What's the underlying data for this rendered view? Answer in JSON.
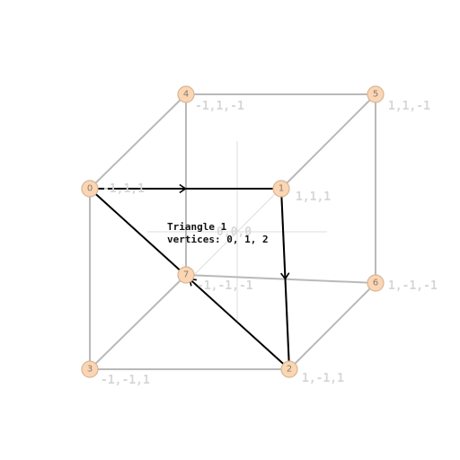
{
  "center_label": "0,0,0",
  "triangle": {
    "title": "Triangle 1",
    "vertices_text": "vertices: 0, 1, 2",
    "path": [
      0,
      1,
      2
    ]
  },
  "vertices": [
    {
      "id": 0,
      "index_label": "0",
      "coord_label": "-1,1,1"
    },
    {
      "id": 1,
      "index_label": "1",
      "coord_label": "1,1,1"
    },
    {
      "id": 2,
      "index_label": "2",
      "coord_label": "1,-1,1"
    },
    {
      "id": 3,
      "index_label": "3",
      "coord_label": "-1,-1,1"
    },
    {
      "id": 4,
      "index_label": "4",
      "coord_label": "-1,1,-1"
    },
    {
      "id": 5,
      "index_label": "5",
      "coord_label": "1,1,-1"
    },
    {
      "id": 6,
      "index_label": "6",
      "coord_label": "1,-1,-1"
    },
    {
      "id": 7,
      "index_label": "7",
      "coord_label": "-1,-1,-1"
    }
  ],
  "edges": [
    [
      0,
      1
    ],
    [
      1,
      2
    ],
    [
      2,
      3
    ],
    [
      3,
      0
    ],
    [
      4,
      5
    ],
    [
      5,
      6
    ],
    [
      6,
      7
    ],
    [
      7,
      4
    ],
    [
      0,
      4
    ],
    [
      1,
      5
    ],
    [
      2,
      6
    ],
    [
      3,
      7
    ]
  ],
  "colors": {
    "edge": "#b9b9b9",
    "vertex_fill": "#fbd6b4",
    "label": "#d6d6d6",
    "triangle": "#000000"
  }
}
